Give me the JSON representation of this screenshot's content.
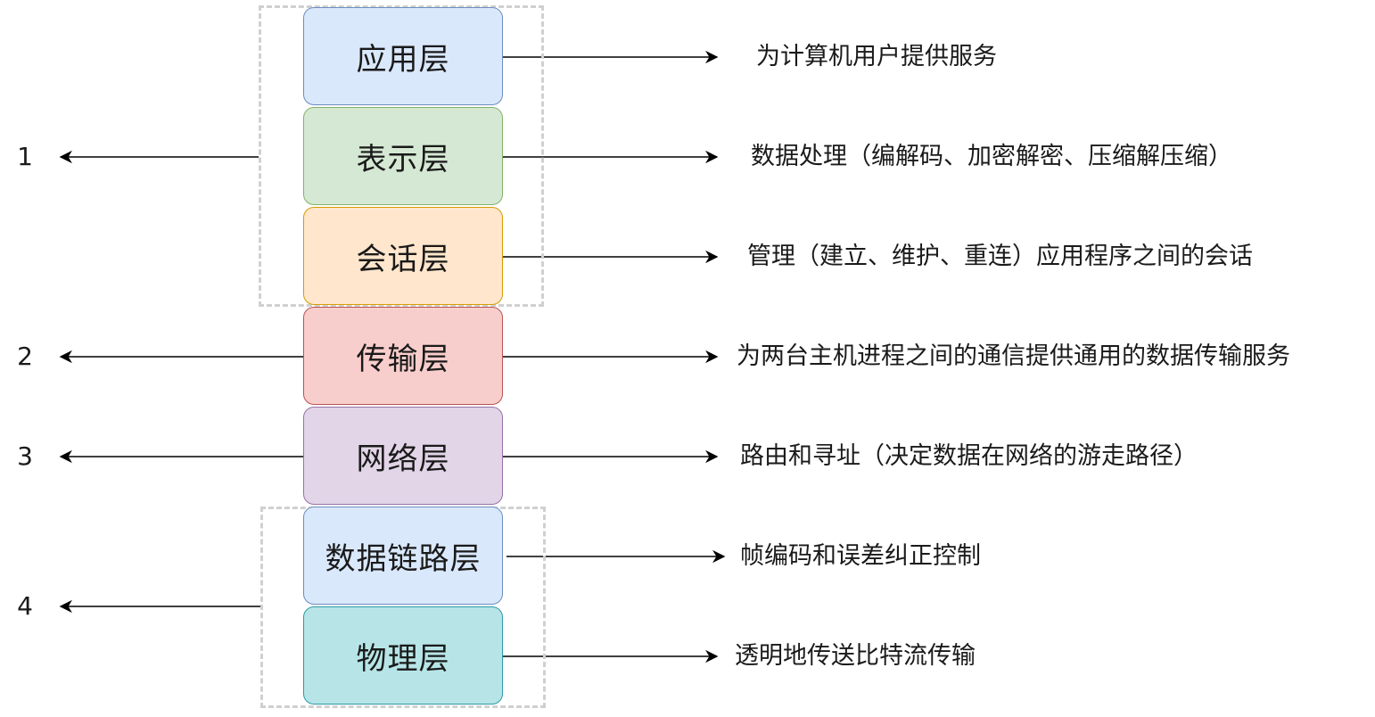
{
  "layers": [
    {
      "name": "应用层",
      "description": "为计算机用户提供服务",
      "fill": "#dae8fc",
      "stroke": "#6c8ebf"
    },
    {
      "name": "表示层",
      "description": "数据处理（编解码、加密解密、压缩解压缩）",
      "fill": "#d5e8d4",
      "stroke": "#82b366"
    },
    {
      "name": "会话层",
      "description": "管理（建立、维护、重连）应用程序之间的会话",
      "fill": "#ffe6cc",
      "stroke": "#d79b00"
    },
    {
      "name": "传输层",
      "description": "为两台主机进程之间的通信提供通用的数据传输服务",
      "fill": "#f8cecc",
      "stroke": "#b85450"
    },
    {
      "name": "网络层",
      "description": "路由和寻址（决定数据在网络的游走路径）",
      "fill": "#e1d5e7",
      "stroke": "#9673a6"
    },
    {
      "name": "数据链路层",
      "description": "帧编码和误差纠正控制",
      "fill": "#dae8fc",
      "stroke": "#6c8ebf"
    },
    {
      "name": "物理层",
      "description": "透明地传送比特流传输",
      "fill": "#b7e5e7",
      "stroke": "#2a9aa6"
    }
  ],
  "groups": [
    {
      "label": "1"
    },
    {
      "label": "2"
    },
    {
      "label": "3"
    },
    {
      "label": "4"
    }
  ]
}
